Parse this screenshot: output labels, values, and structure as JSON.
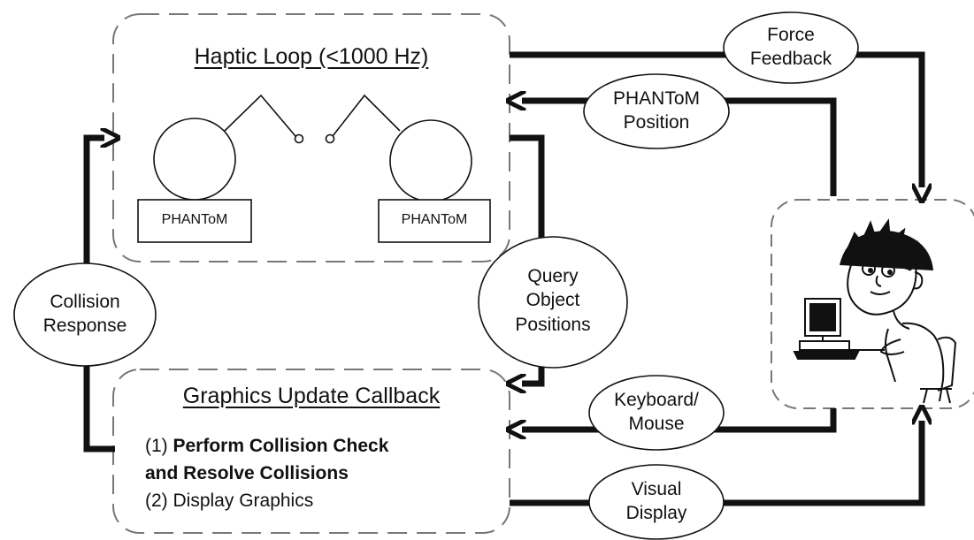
{
  "haptic_loop": {
    "title": "Haptic Loop (<1000 Hz)",
    "device_left": "PHANToM",
    "device_right": "PHANToM"
  },
  "graphics_callback": {
    "title": "Graphics Update Callback",
    "step1_num": "(1) ",
    "step1_bold_a": "Perform Collision Check",
    "step1_bold_b": "and Resolve Collisions",
    "step2": "(2) Display Graphics"
  },
  "flows": {
    "force_feedback": [
      "Force",
      "Feedback"
    ],
    "phantom_position": [
      "PHANToM",
      "Position"
    ],
    "query_positions": [
      "Query",
      "Object",
      "Positions"
    ],
    "collision_response": [
      "Collision",
      "Response"
    ],
    "keyboard_mouse": [
      "Keyboard/",
      "Mouse"
    ],
    "visual_display": [
      "Visual",
      "Display"
    ]
  },
  "icons": {
    "user": "user-at-computer-icon",
    "device": "phantom-device-icon"
  },
  "colors": {
    "line": "#111111",
    "dash": "#777777",
    "background": "#ffffff"
  }
}
